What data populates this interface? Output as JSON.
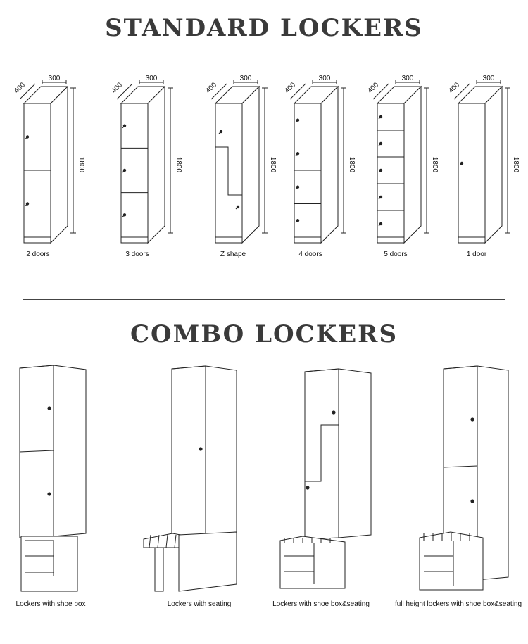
{
  "standard_title": "STANDARD LOCKERS",
  "combo_title": "COMBO LOCKERS",
  "dimensions": {
    "width": "300",
    "depth": "400",
    "height": "1800"
  },
  "standard_lockers": [
    {
      "caption": "2 doors",
      "doors": 2
    },
    {
      "caption": "3 doors",
      "doors": 3
    },
    {
      "caption": "Z shape",
      "doors": "z"
    },
    {
      "caption": "4 doors",
      "doors": 4
    },
    {
      "caption": "5 doors",
      "doors": 5
    },
    {
      "caption": "1 door",
      "doors": 1
    }
  ],
  "combo_lockers": [
    {
      "caption": "Lockers with shoe box"
    },
    {
      "caption": "Lockers with seating"
    },
    {
      "caption": "Lockers with shoe box&seating"
    },
    {
      "caption": "full height lockers with shoe box&seating"
    }
  ],
  "colors": {
    "line": "#222222",
    "heading": "#3a3a3a"
  }
}
